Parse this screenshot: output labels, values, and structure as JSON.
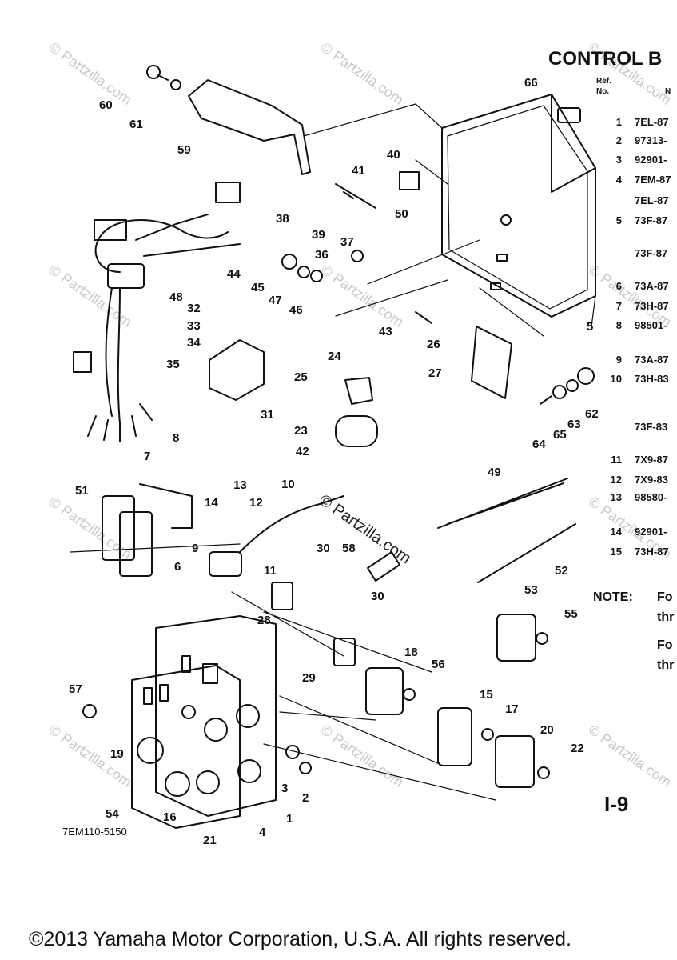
{
  "header": {
    "title": "CONTROL B"
  },
  "table": {
    "ref_header": "Ref. No.",
    "part_header": "N",
    "rows": [
      {
        "ref": "1",
        "part": "7EL-87"
      },
      {
        "ref": "2",
        "part": "97313-"
      },
      {
        "ref": "3",
        "part": "92901-"
      },
      {
        "ref": "4",
        "part": "7EM-87"
      },
      {
        "ref": "",
        "part": "7EL-87"
      },
      {
        "ref": "5",
        "part": "73F-87"
      },
      {
        "ref": "",
        "part": "73F-87"
      },
      {
        "ref": "6",
        "part": "73A-87"
      },
      {
        "ref": "7",
        "part": "73H-87"
      },
      {
        "ref": "8",
        "part": "98501-"
      },
      {
        "ref": "9",
        "part": "73A-87"
      },
      {
        "ref": "10",
        "part": "73H-83"
      },
      {
        "ref": "",
        "part": "73F-83"
      },
      {
        "ref": "11",
        "part": "7X9-87"
      },
      {
        "ref": "12",
        "part": "7X9-83"
      },
      {
        "ref": "13",
        "part": "98580-"
      },
      {
        "ref": "14",
        "part": "92901-"
      },
      {
        "ref": "15",
        "part": "73H-87"
      }
    ]
  },
  "note": {
    "label": "NOTE:",
    "line1": "Fo",
    "line2": "thr",
    "line3": "Fo",
    "line4": "thr"
  },
  "page_number": "I-9",
  "figure_id": "7EM110-5150",
  "watermark": "© Partzilla.com",
  "callouts": [
    "1",
    "2",
    "3",
    "4",
    "5",
    "6",
    "7",
    "8",
    "9",
    "10",
    "11",
    "12",
    "13",
    "14",
    "15",
    "16",
    "17",
    "18",
    "19",
    "20",
    "21",
    "22",
    "23",
    "24",
    "25",
    "26",
    "27",
    "28",
    "29",
    "30",
    "31",
    "32",
    "33",
    "34",
    "35",
    "36",
    "37",
    "38",
    "39",
    "40",
    "41",
    "42",
    "43",
    "44",
    "45",
    "46",
    "47",
    "48",
    "49",
    "50",
    "51",
    "52",
    "53",
    "54",
    "55",
    "56",
    "57",
    "58",
    "59",
    "60",
    "61",
    "62",
    "63",
    "64",
    "65",
    "66"
  ],
  "footer": {
    "copyright": "©2013 Yamaha Motor Corporation, U.S.A. All rights reserved."
  }
}
